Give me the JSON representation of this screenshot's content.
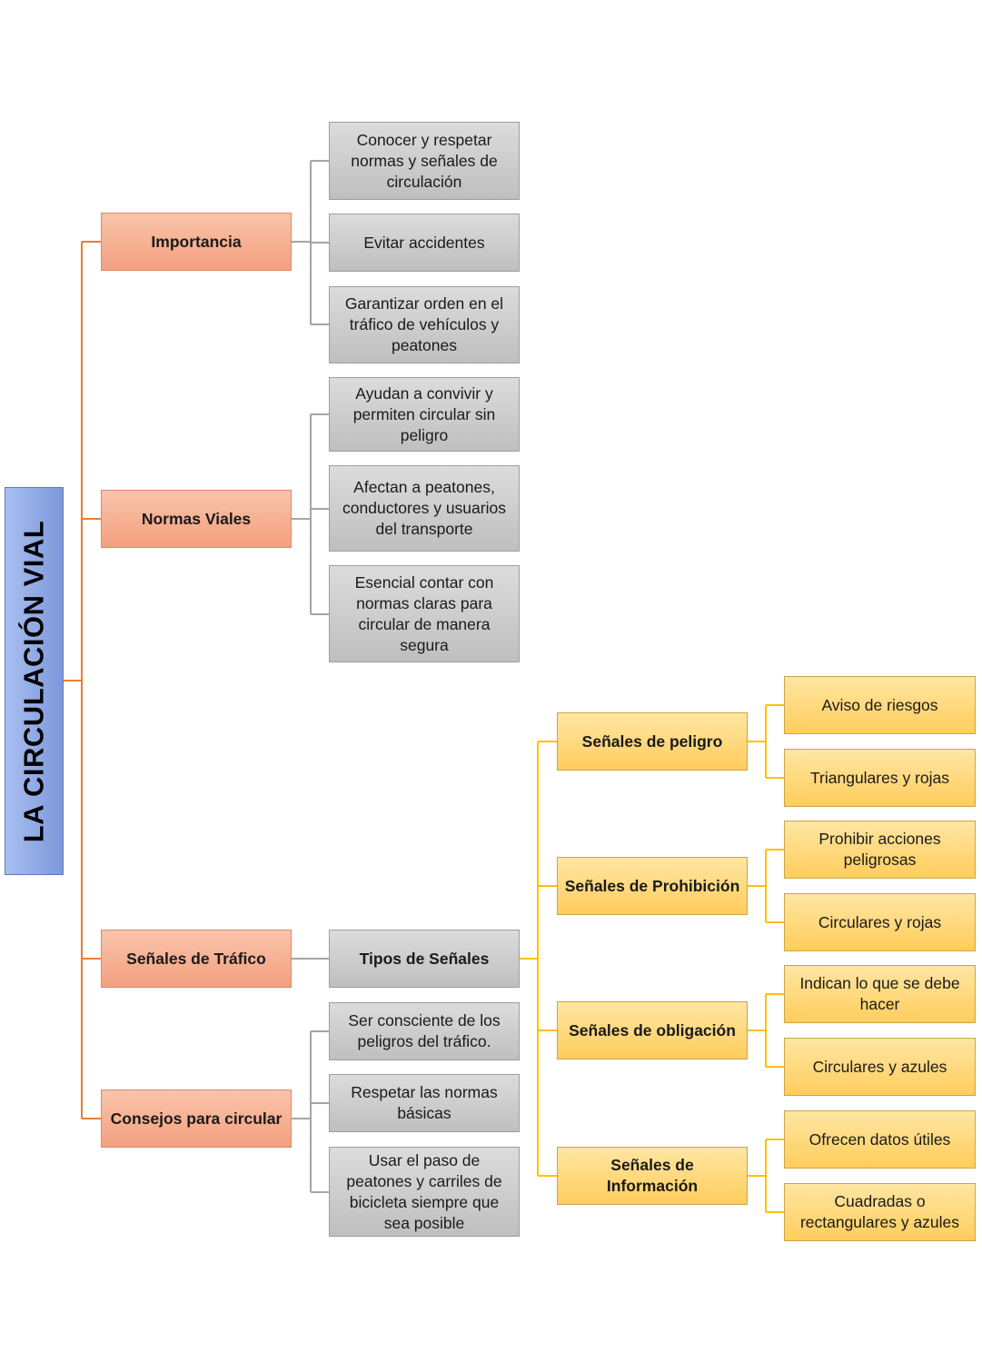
{
  "root": {
    "title": "LA CIRCULACIÓN VIAL"
  },
  "importancia": {
    "label": "Importancia",
    "items": [
      "Conocer y respetar normas y señales de circulación",
      "Evitar accidentes",
      "Garantizar orden en el tráfico de vehículos y peatones"
    ]
  },
  "normas": {
    "label": "Normas Viales",
    "items": [
      "Ayudan a convivir y permiten circular sin peligro",
      "Afectan a peatones, conductores y usuarios del transporte",
      "Esencial contar con normas claras para circular de manera segura"
    ]
  },
  "senales": {
    "label": "Señales de Tráfico",
    "tipos": "Tipos de Señales",
    "peligro": {
      "label": "Señales de peligro",
      "items": [
        "Aviso de riesgos",
        "Triangulares y rojas"
      ]
    },
    "prohibicion": {
      "label": "Señales de Prohibición",
      "items": [
        "Prohibir acciones peligrosas",
        "Circulares y rojas"
      ]
    },
    "obligacion": {
      "label": "Señales de obligación",
      "items": [
        "Indican lo que se debe hacer",
        "Circulares y azules"
      ]
    },
    "informacion": {
      "label": "Señales de Información",
      "items": [
        "Ofrecen datos útiles",
        "Cuadradas o rectangulares y azules"
      ]
    }
  },
  "consejos": {
    "label": "Consejos para circular",
    "items": [
      "Ser consciente de los peligros del tráfico.",
      "Respetar las normas básicas",
      "Usar el paso de peatones y carriles de bicicleta siempre que sea posible"
    ]
  },
  "colors": {
    "orange_line": "#ed7d31",
    "gray_line": "#a5a5a5",
    "yellow_line": "#ffc000",
    "root_fill": "#8faadc"
  }
}
